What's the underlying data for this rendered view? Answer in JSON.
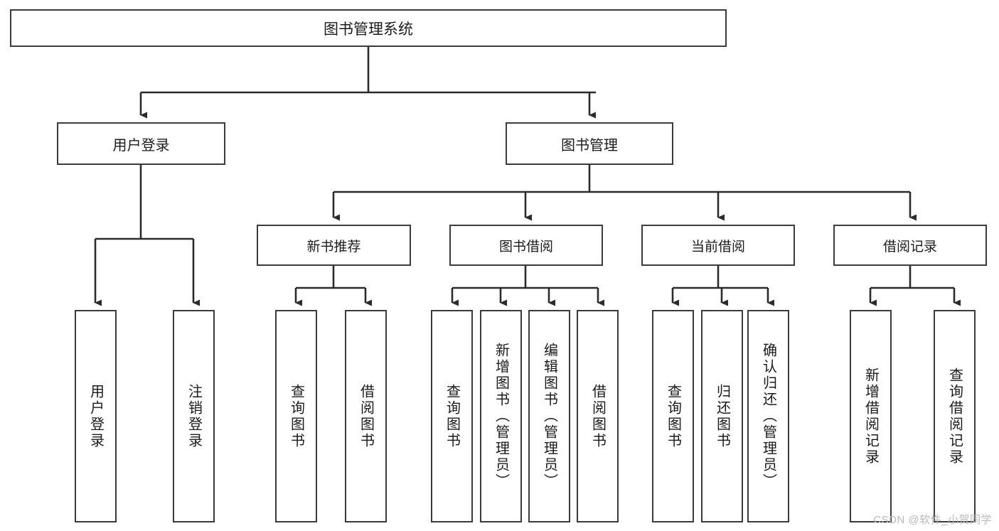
{
  "diagram": {
    "title": "图书管理系统",
    "type": "hierarchy-tree",
    "root": {
      "label": "图书管理系统"
    },
    "level1": [
      {
        "label": "用户登录"
      },
      {
        "label": "图书管理"
      }
    ],
    "level2": [
      {
        "label": "新书推荐"
      },
      {
        "label": "图书借阅"
      },
      {
        "label": "当前借阅"
      },
      {
        "label": "借阅记录"
      }
    ],
    "leaves": {
      "user_login": [
        {
          "label": "用户登录"
        },
        {
          "label": "注销登录"
        }
      ],
      "new_book_recommend": [
        {
          "label": "查询图书"
        },
        {
          "label": "借阅图书"
        }
      ],
      "book_borrow": [
        {
          "label": "查询图书"
        },
        {
          "label": "新增图书（管理员）"
        },
        {
          "label": "编辑图书（管理员）"
        },
        {
          "label": "借阅图书"
        }
      ],
      "current_borrow": [
        {
          "label": "查询图书"
        },
        {
          "label": "归还图书"
        },
        {
          "label": "确认归还（管理员）"
        }
      ],
      "borrow_record": [
        {
          "label": "新增借阅记录"
        },
        {
          "label": "查询借阅记录"
        }
      ]
    }
  },
  "watermark": {
    "text": "CSDN @软件_小贺同学"
  },
  "colors": {
    "box_border": "#3b3b3b",
    "box_fill": "#ffffff",
    "connector": "#2b2b2b",
    "text": "#1b1b1b",
    "watermark": "#b9b9b9"
  }
}
